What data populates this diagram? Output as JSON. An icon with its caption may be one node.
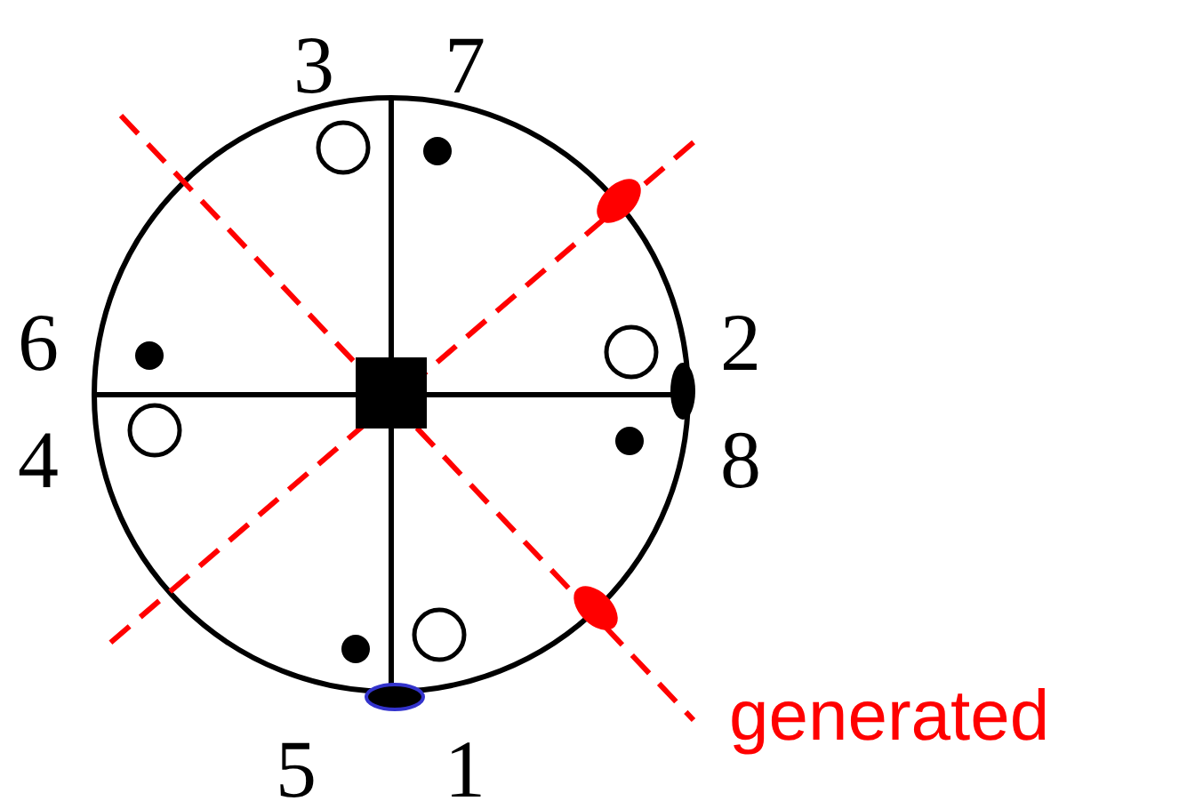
{
  "diagram": {
    "labels": [
      "3",
      "7",
      "6",
      "2",
      "4",
      "8",
      "5",
      "1",
      "generated"
    ]
  }
}
